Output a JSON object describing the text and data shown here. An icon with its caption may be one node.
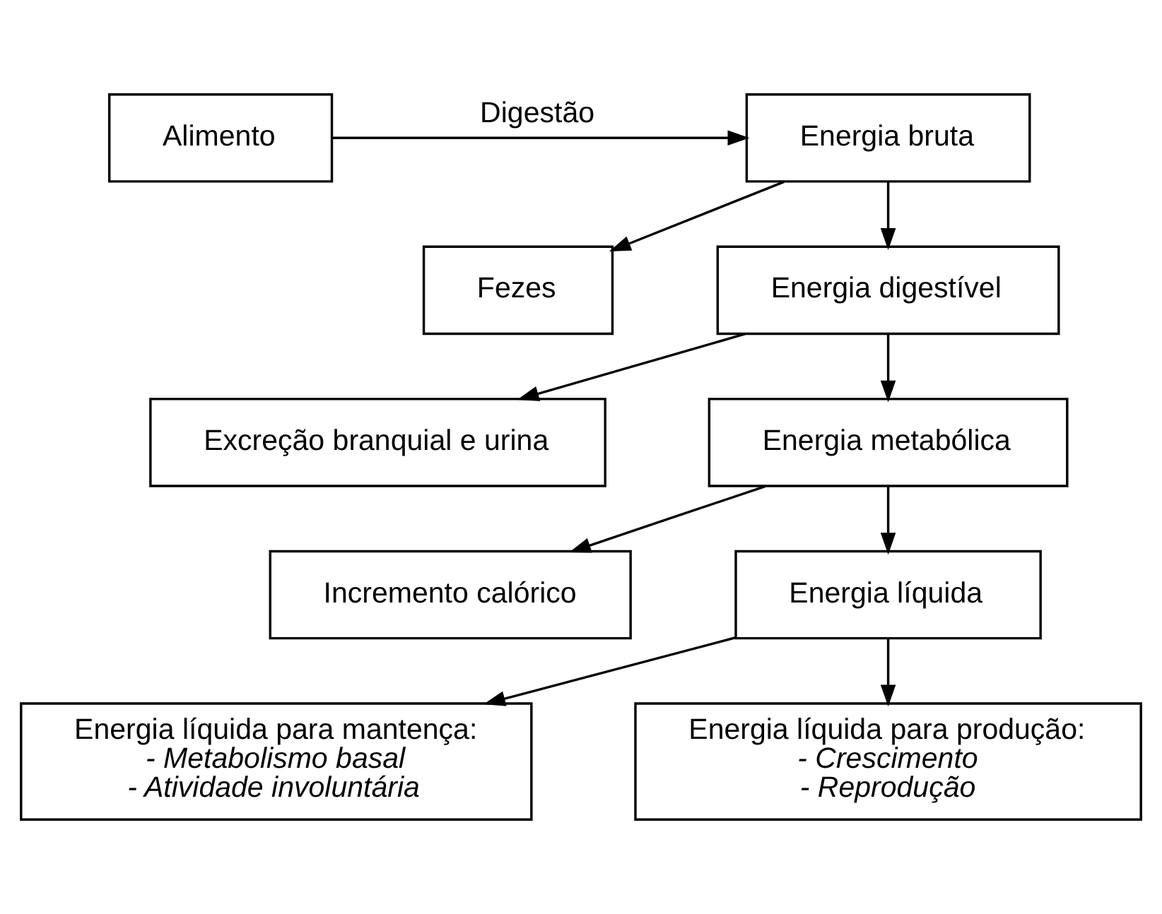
{
  "diagram": {
    "nodes": [
      {
        "text": [
          "Alimento"
        ]
      },
      {
        "text": [
          "Energia bruta"
        ]
      },
      {
        "text": [
          "Fezes"
        ]
      },
      {
        "text": [
          "Energia digestível"
        ]
      },
      {
        "text": [
          "Excreção branquial e urina"
        ]
      },
      {
        "text": [
          "Energia metabólica"
        ]
      },
      {
        "text": [
          "Incremento calórico"
        ]
      },
      {
        "text": [
          "Energia líquida"
        ]
      },
      {
        "text": [
          "Energia líquida para mantença:",
          "- Metabolismo basal",
          "- Atividade involuntária"
        ]
      },
      {
        "text": [
          "Energia líquida para produção:",
          "- Crescimento",
          "- Reprodução"
        ]
      }
    ],
    "edges": [
      {
        "from": 0,
        "to": 1,
        "arrow": "to",
        "label": "Digestão"
      },
      {
        "from": 1,
        "to": 2,
        "arrow": "to"
      },
      {
        "from": 1,
        "to": 3,
        "arrow": "to"
      },
      {
        "from": 3,
        "to": 4,
        "arrow": "to"
      },
      {
        "from": 3,
        "to": 5,
        "arrow": "to"
      },
      {
        "from": 5,
        "to": 6,
        "arrow": "to"
      },
      {
        "from": 5,
        "to": 7,
        "arrow": "to"
      },
      {
        "from": 7,
        "to": 8,
        "arrow": "to"
      },
      {
        "from": 7,
        "to": 9,
        "arrow": "to"
      }
    ]
  }
}
